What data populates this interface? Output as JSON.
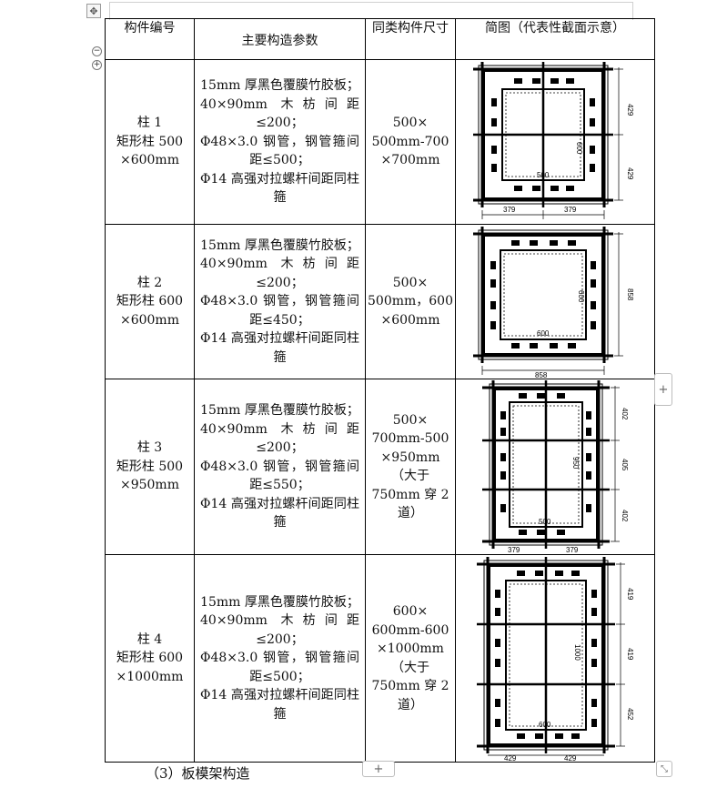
{
  "headers": {
    "col1": "构件编号",
    "col2": "主要构造参数",
    "col3": "同类构件尺寸",
    "col4": "简图（代表性截面示意）"
  },
  "rows": [
    {
      "name_lines": [
        "柱 1",
        "矩形柱 500",
        "×600mm"
      ],
      "params": [
        "15mm 厚黑色覆膜竹胶板；",
        "40×90mm 木枋间距≤200；",
        "Φ48×3.0 钢管，钢管箍间距≤500；",
        "Φ14 高强对拉螺杆间距同柱箍"
      ],
      "size_lines": [
        "500×",
        "500mm-700",
        "×700mm"
      ],
      "dims": {
        "right_top": "429",
        "right_bottom": "429",
        "inner_v": "600",
        "inner_h": "500",
        "bottom_left": "379",
        "bottom_right": "379"
      }
    },
    {
      "name_lines": [
        "柱 2",
        "矩形柱 600",
        "×600mm"
      ],
      "params": [
        "15mm 厚黑色覆膜竹胶板；",
        "40×90mm 木枋间距≤200；",
        "Φ48×3.0 钢管，钢管箍间距≤450；",
        "Φ14 高强对拉螺杆间距同柱箍"
      ],
      "size_lines": [
        "500×",
        "500mm，600",
        "×600mm"
      ],
      "dims": {
        "right": "858",
        "inner_v": "600",
        "inner_h": "600",
        "bottom": "858"
      }
    },
    {
      "name_lines": [
        "柱 3",
        "矩形柱 500",
        "×950mm"
      ],
      "params": [
        "15mm 厚黑色覆膜竹胶板；",
        "40×90mm 木枋间距≤200；",
        "Φ48×3.0 钢管，钢管箍间距≤550；",
        "Φ14 高强对拉螺杆间距同柱箍"
      ],
      "size_lines": [
        "500×",
        "700mm-500",
        "×950mm",
        "（大于",
        "750mm 穿 2",
        "道）"
      ],
      "dims": {
        "right_top": "402",
        "right_mid": "405",
        "right_bottom": "402",
        "inner_v": "950",
        "inner_h": "500",
        "bottom_left": "379",
        "bottom_right": "379"
      }
    },
    {
      "name_lines": [
        "柱 4",
        "矩形柱 600",
        "×1000mm"
      ],
      "params": [
        "15mm 厚黑色覆膜竹胶板；",
        "40×90mm 木枋间距≤200；",
        "Φ48×3.0 钢管，钢管箍间距≤500；",
        "Φ14 高强对拉螺杆间距同柱箍"
      ],
      "size_lines": [
        "600×",
        "600mm-600",
        "×1000mm",
        "（大于",
        "750mm 穿 2",
        "道）"
      ],
      "dims": {
        "right_top": "419",
        "right_mid": "419",
        "right_bottom": "452",
        "inner_v": "1000",
        "inner_h": "600",
        "bottom_left": "429",
        "bottom_right": "429"
      }
    }
  ],
  "caption": "（3）板模架构造",
  "icons": {
    "move": "move-handle-icon",
    "collapse": "minus-circle-icon",
    "expand": "plus-circle-icon",
    "add_column": "plus-icon",
    "add_row": "plus-icon",
    "resize": "resize-diagonal-icon"
  }
}
